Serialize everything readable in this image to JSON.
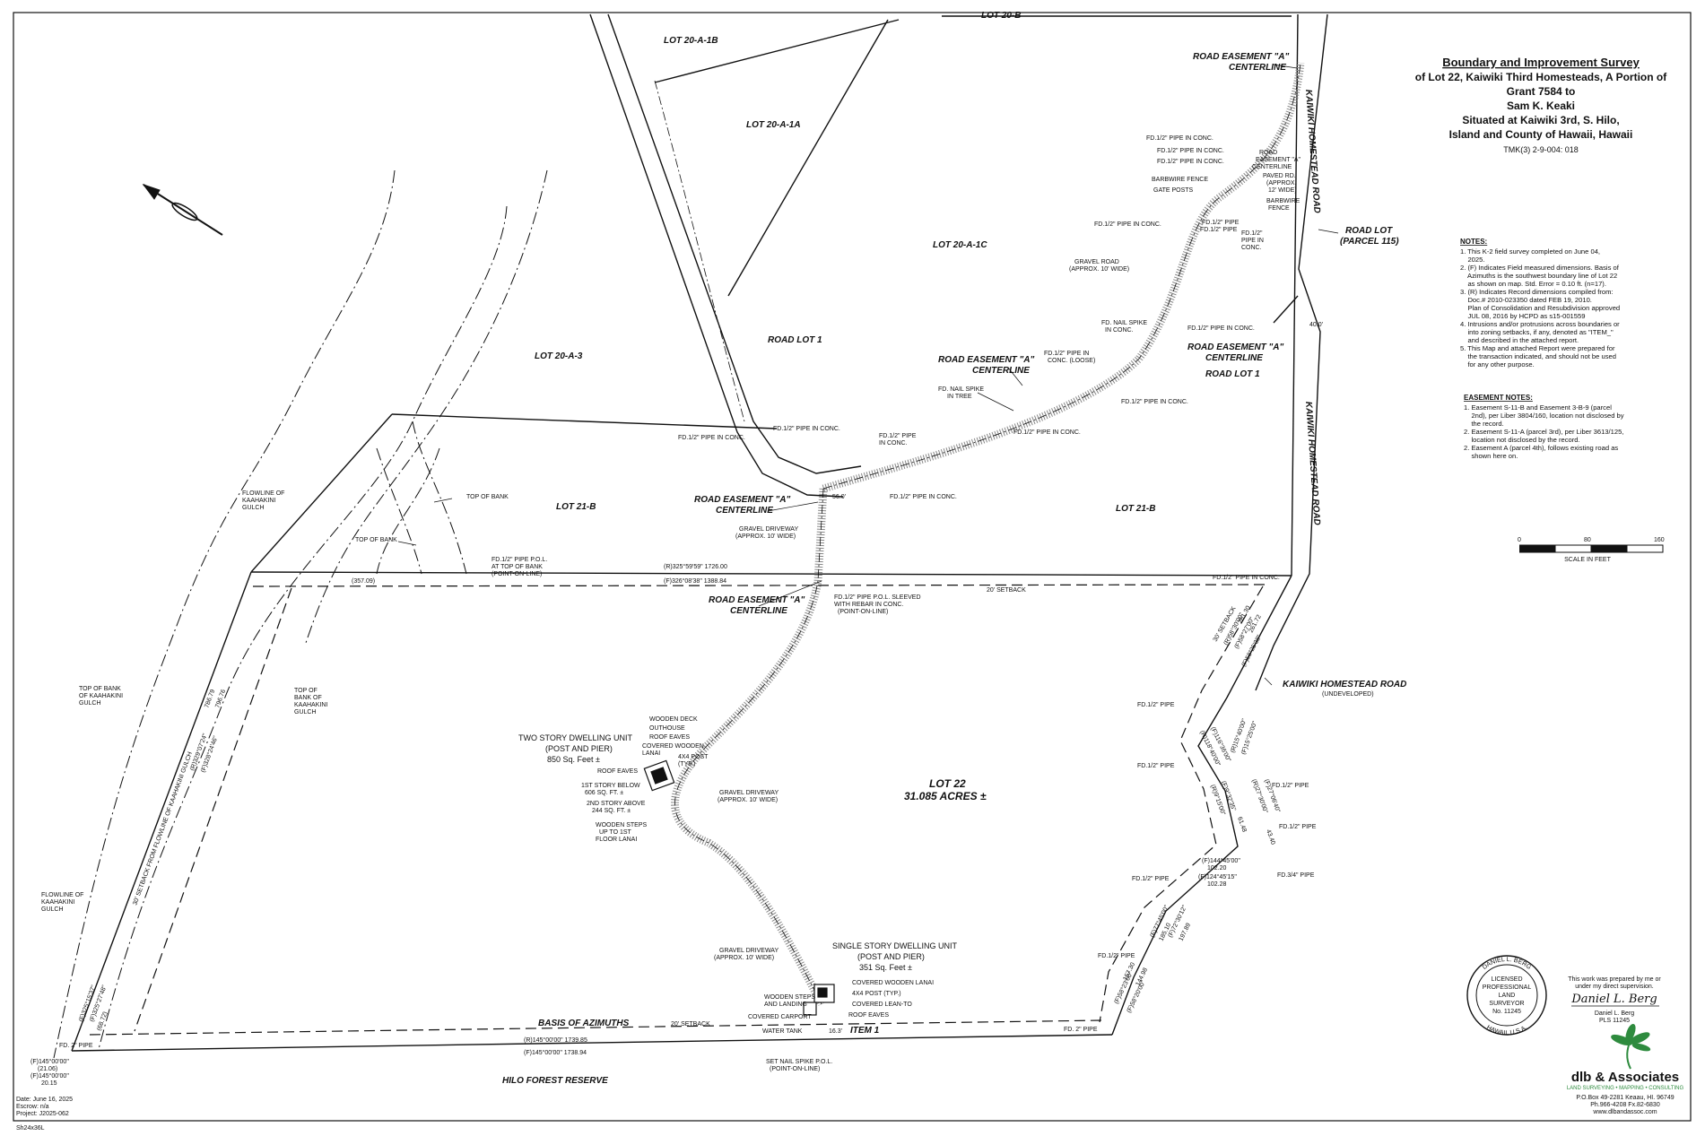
{
  "title": {
    "heading": "Boundary and Improvement Survey",
    "lines": [
      "of Lot 22, Kaiwiki Third Homesteads, A Portion of",
      "Grant 7584 to",
      "Sam K. Keaki",
      "Situated at Kaiwiki 3rd, S. Hilo,",
      "Island and County of Hawaii, Hawaii"
    ],
    "tmk": "TMK(3) 2-9-004: 018"
  },
  "notes": {
    "heading": "NOTES:",
    "items": [
      [
        "1. This K-2 field survey completed on June 04,",
        "    2025."
      ],
      [
        "2. (F) Indicates Field measured dimensions. Basis of",
        "    Azimuths is the southwest boundary line of Lot 22",
        "    as shown on map. Std. Error = 0.10 ft. (n=17)."
      ],
      [
        "3. (R) Indicates Record dimensions compiled from:",
        "    Doc.# 2010-023350 dated FEB 19, 2010.",
        "    Plan of Consolidation and Resubdivision approved",
        "    JUL 08, 2016 by HCPD as s15-001559"
      ],
      [
        "4. Intrusions and/or protrusions across boundaries or",
        "    into zoning setbacks, if any, denoted as \"ITEM_\"",
        "    and described in the attached report."
      ],
      [
        "5. This Map and attached Report were prepared for",
        "    the transaction indicated, and should not be used",
        "    for any other purpose."
      ]
    ]
  },
  "easement_notes": {
    "heading": "EASEMENT NOTES:",
    "items": [
      [
        "1. Easement S-11-B and Easement 3-B-9 (parcel",
        "    2nd), per Liber 3804/160, location not disclosed by",
        "    the record."
      ],
      [
        "2. Easement S-11-A (parcel 3rd), per Liber 3613/125,",
        "    location not disclosed by the record."
      ],
      [
        "2. Easement A (parcel 4th), follows existing road as",
        "    shown here on."
      ]
    ]
  },
  "scale": {
    "ticks": [
      "0",
      "80",
      "160"
    ],
    "caption": "SCALE IN FEET"
  },
  "seal": {
    "name": "DANIEL L. BERG",
    "state": "HAWAII, U.S.A.",
    "center": [
      "LICENSED",
      "PROFESSIONAL",
      "LAND",
      "SURVEYOR",
      "No. 11245"
    ]
  },
  "signature": {
    "statement": [
      "This work was prepared by me or",
      "under my direct supervision."
    ],
    "signed": "Daniel L. Berg",
    "name": "Daniel L. Berg",
    "pls": "PLS 11245"
  },
  "company": {
    "name": "dlb & Associates",
    "tagline": "LAND SURVEYING • MAPPING • CONSULTING",
    "address": "P.O.Box 49-2281 Keaau, HI. 96749",
    "phone": "Ph.966-4208 Fx.82-6830",
    "web": "www.dlbandassoc.com"
  },
  "footer": {
    "date": "Date:   June 16, 2025",
    "escrow": "Escrow: n/a",
    "project": "Project:  J2025-062",
    "sheet": "Sh24x36L"
  },
  "lots": {
    "lot20a1b": "LOT 20-A-1B",
    "lot20a1a": "LOT 20-A-1A",
    "lot20a1c": "LOT 20-A-1C",
    "lot20a3": "LOT 20-A-3",
    "lot21b_w": "LOT 21-B",
    "lot21b_e": "LOT 21-B",
    "lot22": "LOT 22",
    "acres": "31.085 ACRES ±",
    "roadlot1_w": "ROAD LOT 1",
    "roadlot1_e": "ROAD LOT 1",
    "roadlot": "ROAD LOT",
    "parcel115": "(PARCEL 115)",
    "top_cut": "LOT 20-B",
    "hilo": "HILO FOREST RESERVE"
  },
  "roads": {
    "kaiwiki_n": "KAIWIKI HOMESTEAD ROAD",
    "kaiwiki_s": "KAIWIKI HOMESTEAD ROAD",
    "kaiwiki_undev": "KAIWIKI HOMESTEAD ROAD",
    "undeveloped": "(UNDEVELOPED)"
  },
  "labels": {
    "rea_top1": "ROAD EASEMENT \"A\"",
    "rea_top2": "CENTERLINE",
    "rea_mid1": "ROAD EASEMENT \"A\"",
    "rea_mid2": "CENTERLINE",
    "rea_east1": "ROAD EASEMENT \"A\"",
    "rea_east2": "CENTERLINE",
    "rea_w1": "ROAD EASEMENT \"A\"",
    "rea_w2": "CENTERLINE",
    "rea_s1": "ROAD EASEMENT \"A\"",
    "rea_s2": "CENTERLINE",
    "rea_ne1": "ROAD",
    "rea_ne2": "EASEMENT \"A\"",
    "rea_ne3": "CENTERLINE",
    "pipe_conc1": "FD.1/2\" PIPE IN CONC.",
    "pipe_conc2": "FD.1/2\" PIPE IN CONC.",
    "pipe_conc3": "FD.1/2\" PIPE IN CONC.",
    "pipe_conc4": "FD.1/2\" PIPE IN CONC.",
    "pipe_conc5": "FD.1/2\" PIPE IN CONC.",
    "pipe_conc6": "FD.1/2\" PIPE IN CONC.",
    "pipe_conc7": "FD.1/2\" PIPE IN CONC.",
    "pipe_conc8": "FD.1/2\" PIPE IN CONC.",
    "pipe_conc9": "FD.1/2\" PIPE IN CONC.",
    "pipe_conc10": "FD.1/2\" PIPE IN CONC.",
    "pipe_conc11": "FD.1/2\" PIPE IN CONC.",
    "pipe_conc12": "FD.1/2\" PIPE IN CONC.",
    "pipe_conc_a": "FD.1/2\" PIPE",
    "pipe_conc_b": "IN CONC.",
    "pipe_loose1": "FD.1/2\" PIPE IN",
    "pipe_loose2": "CONC. (LOOSE)",
    "nail1": "FD. NAIL SPIKE",
    "nail2": "IN CONC.",
    "nail3": "FD. NAIL SPIKE",
    "nail4": "IN TREE",
    "gravel1a": "GRAVEL ROAD",
    "gravel1b": "(APPROX. 10' WIDE)",
    "gravel2a": "GRAVEL DRIVEWAY",
    "gravel2b": "(APPROX. 10' WIDE)",
    "gravel3a": "GRAVEL DRIVEWAY",
    "gravel3b": "(APPROX. 10' WIDE)",
    "gravel4a": "GRAVEL DRIVEWAY",
    "gravel4b": "(APPROX. 10' WIDE)",
    "barbwire1": "BARBWIRE FENCE",
    "barbwire2": "BARBWIRE",
    "barbwire3": "FENCE",
    "gate": "GATE POSTS",
    "paved1": "PAVED RD.",
    "paved2": "(APPROX.",
    "paved3": "12' WIDE)",
    "pol1": "FD.1/2\" PIPE P.O.L.",
    "pol2": "AT TOP OF BANK",
    "pol3": "(POINT-ON-LINE)",
    "sleeve1": "FD.1/2\" PIPE P.O.L. SLEEVED",
    "sleeve2": "WITH REBAR IN CONC.",
    "sleeve3": "(POINT-ON-LINE)",
    "bearing_r_n": "(R)325°59'59\"   1726.00",
    "bearing_f_n": "(F)326°08'38\"   1388.84",
    "dist_357": "(357.09)",
    "setback_n": "20' SETBACK",
    "setback_s": "20' SETBACK",
    "setback_e": "30' SETBACK",
    "setback_w": "30' SETBACK FROM FLOWLINE OF KAAHAKINI GULCH",
    "bearing_r_s": "(R)145°00'00\"   1739.85",
    "bearing_f_s": "(F)145°00'00\"   1738.94",
    "basis": "BASIS OF AZIMUTHS",
    "dist_56": "56.0'",
    "dist_40": "40.0'",
    "dist_163": "16.3'",
    "item1": "ITEM 1",
    "water": "WATER TANK",
    "set1": "SET NAIL SPIKE P.O.L.",
    "set2": "(POINT-ON-LINE)",
    "fd2_w": "FD. 2\" PIPE",
    "fd2_e": "FD. 2\" PIPE",
    "fd34": "FD.3/4\" PIPE",
    "fd12_a": "FD.1/2\" PIPE",
    "fd12_b": "FD.1/2\" PIPE",
    "fd12_c": "FD.1/2\" PIPE",
    "fd12_d": "FD.1/2\" PIPE",
    "fd12_e": "FD.1/2\" PIPE",
    "fd12_f": "FD.1/2\" PIPE",
    "fd12_g": "FD.1/2\" PIPE",
    "fd12_h": "FD.1/2\" PIPE",
    "fd12_i": "FD.1/2\"",
    "fd12_j": "PIPE IN",
    "fd12_k": "CONC.",
    "flow1a": "FLOWLINE OF",
    "flow1b": "KAAHAKINI",
    "flow1c": "GULCH",
    "flow2a": "FLOWLINE OF",
    "flow2b": "KAAHAKINI",
    "flow2c": "GULCH",
    "topbank1": "TOP OF BANK",
    "topbank2": "TOP OF BANK",
    "topbank3a": "TOP OF BANK",
    "topbank3b": "OF KAAHAKINI",
    "topbank3c": "GULCH",
    "topbank4a": "TOP OF",
    "topbank4b": "BANK OF",
    "topbank4c": "KAAHAKINI",
    "topbank4d": "GULCH",
    "two1": "TWO STORY DWELLING UNIT",
    "two2": "(POST AND PIER)",
    "two3": "850 Sq. Feet ±",
    "wdeck": "WOODEN DECK",
    "outhouse": "OUTHOUSE",
    "roofe1": "ROOF EAVES",
    "roofe2": "ROOF EAVES",
    "covlanai1": "COVERED WOODEN",
    "covlanai2": "LANAI",
    "post4x4a": "4X4 POST",
    "post4x4b": "(TYP.)",
    "first1": "1ST STORY BELOW",
    "first2": "606 SQ. FT. ±",
    "second1": "2ND STORY ABOVE",
    "second2": "244 SQ. FT. ±",
    "steps1": "WOODEN STEPS",
    "steps2": "UP TO 1ST",
    "steps3": "FLOOR LANAI",
    "single1": "SINGLE STORY DWELLING UNIT",
    "single2": "(POST AND PIER)",
    "single3": "351 Sq. Feet ±",
    "cwl": "COVERED WOODEN LANAI",
    "post4x4c": "4X4 POST (TYP.)",
    "clean": "COVERED LEAN-TO",
    "roofe3": "ROOF EAVES",
    "wsteps1": "WOODEN STEPS",
    "wsteps2": "AND LANDING",
    "carport": "COVERED CARPORT",
    "br1": "(R)58°30'00\"",
    "br2": "(F)58°27'00\"",
    "br3": "261.30",
    "br4": "(R)329°07'24\"",
    "br5": "(F)328°24'46\"",
    "br6": "786.79",
    "br7": "796.76",
    "br8": "(F)144°45'00\"",
    "br9": "102.20",
    "br10": "(F)124°45'15\"",
    "br11": "102.28",
    "br12": "(F)58°23'00\"",
    "br13": "157.30",
    "br14": "(F)58°20'00\"",
    "br15": "144.98",
    "br16": "(F)325°15'37\"",
    "br17": "(F)325°27'48\"",
    "br18": "(68.72)",
    "br19": "(F)145°00'00\"",
    "br20": "(21.06)",
    "br21": "(F)145°00'00\"",
    "br22": "20.15",
    "br23": "(R)118°40'00\"",
    "br24": "(F)116°36'00\"",
    "br25": "(R)15°40'00\"",
    "br26": "(F)15°25'00\"",
    "br27": "(R)9°15'00\"",
    "br28": "(F)9°32'35\"",
    "br29": "(R)27°30'00\"",
    "br30": "(F)27°06'40\"",
    "br31": "61.48",
    "br32": "43.40",
    "br33": "(F)77°45'00\"",
    "br34": "(F)72°30'12\"",
    "br35": "185.10",
    "br36": "197.89",
    "br37": "(F)58°25'38\"",
    "br38": "261.72"
  },
  "colors": {
    "line": "#111111",
    "green": "#2e8b3e",
    "seal": "#111111"
  }
}
